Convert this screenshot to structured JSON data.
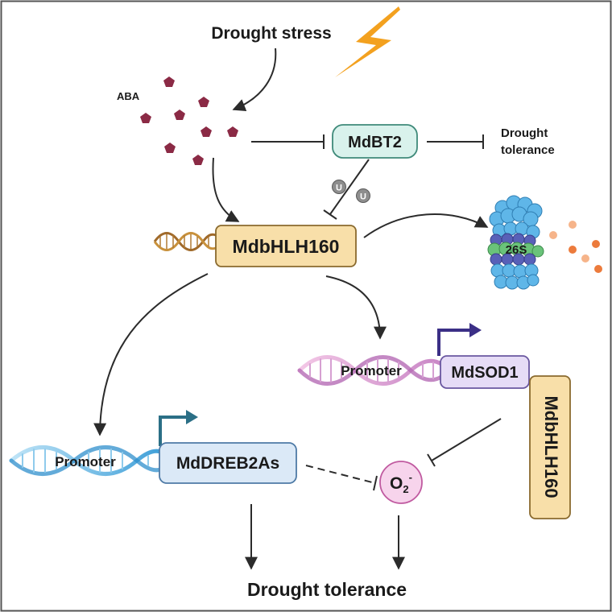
{
  "labels": {
    "stimulus": "Drought stress",
    "hormone": "ABA",
    "e3_ligase": "MdBT2",
    "drought_tolerance_top": [
      "Drought",
      "tolerance"
    ],
    "ubiquitin": "U",
    "tf": "MdbHLH160",
    "proteasome": "26S",
    "promoter_right": "Promoter",
    "sod_gene": "MdSOD1",
    "tf_vertical": "MdbHLH160",
    "promoter_left": "Promoter",
    "dreb_gene": "MdDREB2As",
    "ros": "O",
    "ros_sub": "2",
    "ros_sup": "-",
    "drought_tolerance_bottom": "Drought tolerance"
  },
  "colors": {
    "aba": "#8b2a45",
    "bolt": "#f3a11f",
    "mdbt2_fill": "#d9f2ec",
    "mdbt2_stroke": "#3f8a7a",
    "tf_fill": "#f8dfa9",
    "tf_stroke": "#8a6a2e",
    "sod_fill": "#e6dcf6",
    "sod_stroke": "#6a57a0",
    "dreb_fill": "#dbe9f7",
    "dreb_stroke": "#4e7aa6",
    "ros_fill": "#f7d4ec",
    "ros_stroke": "#c05aa0",
    "proteasome_blue": "#5fb6e8",
    "proteasome_green": "#6ac37a",
    "proteasome_purple": "#5860b8",
    "fragment": "#ec7b3c"
  }
}
